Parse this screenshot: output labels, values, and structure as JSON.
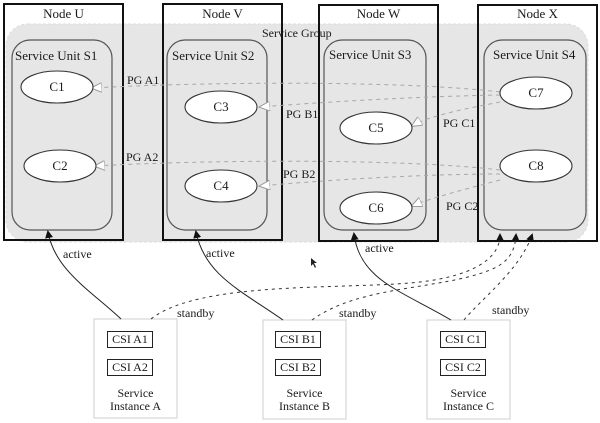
{
  "service_group": {
    "label": "Service Group"
  },
  "nodes": [
    {
      "label": "Node U"
    },
    {
      "label": "Node V"
    },
    {
      "label": "Node W"
    },
    {
      "label": "Node X"
    }
  ],
  "service_units": [
    {
      "label": "Service Unit S1"
    },
    {
      "label": "Service Unit S2"
    },
    {
      "label": "Service Unit S3"
    },
    {
      "label": "Service Unit S4"
    }
  ],
  "components": [
    "C1",
    "C2",
    "C3",
    "C4",
    "C5",
    "C6",
    "C7",
    "C8"
  ],
  "protection_groups": [
    "PG A1",
    "PG A2",
    "PG B1",
    "PG B2",
    "PG C1",
    "PG C2"
  ],
  "assignments": {
    "active": "active",
    "standby": "standby"
  },
  "service_instances": [
    {
      "title_line1": "Service",
      "title_line2": "Instance A",
      "csis": [
        "CSI A1",
        "CSI A2"
      ]
    },
    {
      "title_line1": "Service",
      "title_line2": "Instance B",
      "csis": [
        "CSI B1",
        "CSI B2"
      ]
    },
    {
      "title_line1": "Service",
      "title_line2": "Instance C",
      "csis": [
        "CSI C1",
        "CSI C2"
      ]
    }
  ],
  "colors": {
    "group_fill": "#e6e6e6",
    "line": "#222222",
    "dashed": "#9a9a9a"
  }
}
